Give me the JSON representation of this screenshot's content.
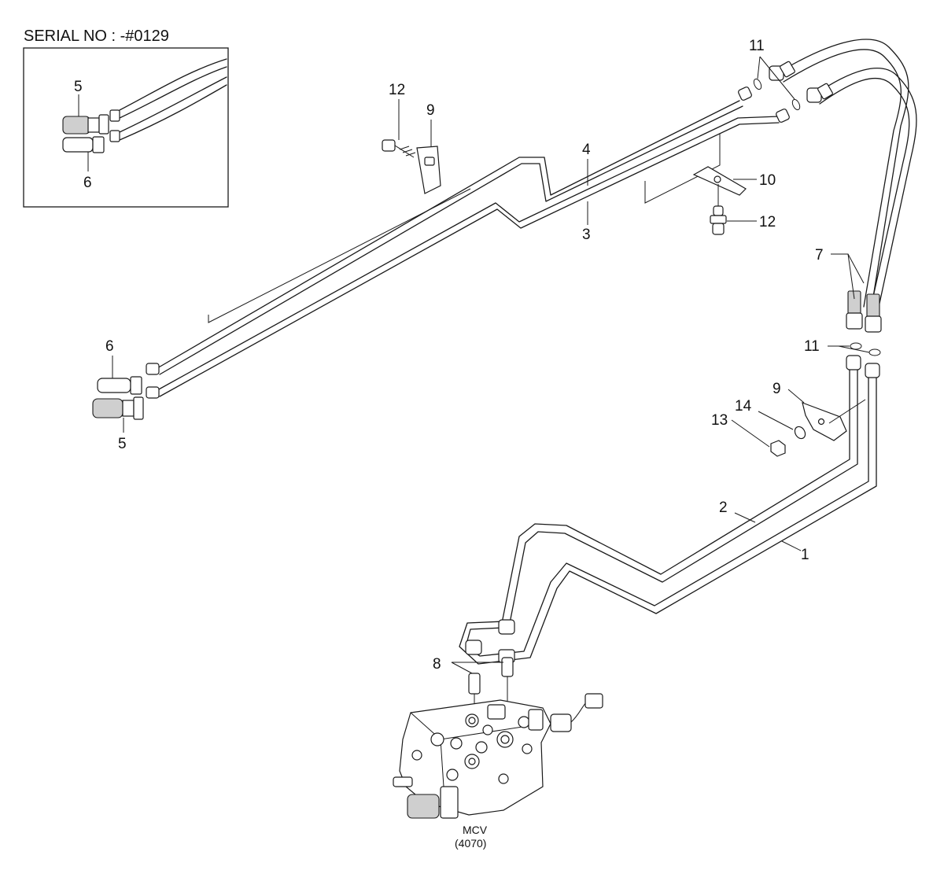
{
  "serial_title": "SERIAL NO : -#0129",
  "inset": {
    "callouts": [
      "5",
      "6"
    ]
  },
  "callouts": {
    "c1": "1",
    "c2": "2",
    "c3": "3",
    "c4": "4",
    "c5": "5",
    "c6": "6",
    "c7": "7",
    "c8": "8",
    "c9_top": "9",
    "c9_right": "9",
    "c10": "10",
    "c11_top": "11",
    "c11_mid": "11",
    "c12_top": "12",
    "c12_right": "12",
    "c13": "13",
    "c14": "14"
  },
  "valve": {
    "name": "MCV",
    "ref": "(4070)"
  },
  "colors": {
    "line": "#1a1a1a",
    "background": "#ffffff"
  }
}
